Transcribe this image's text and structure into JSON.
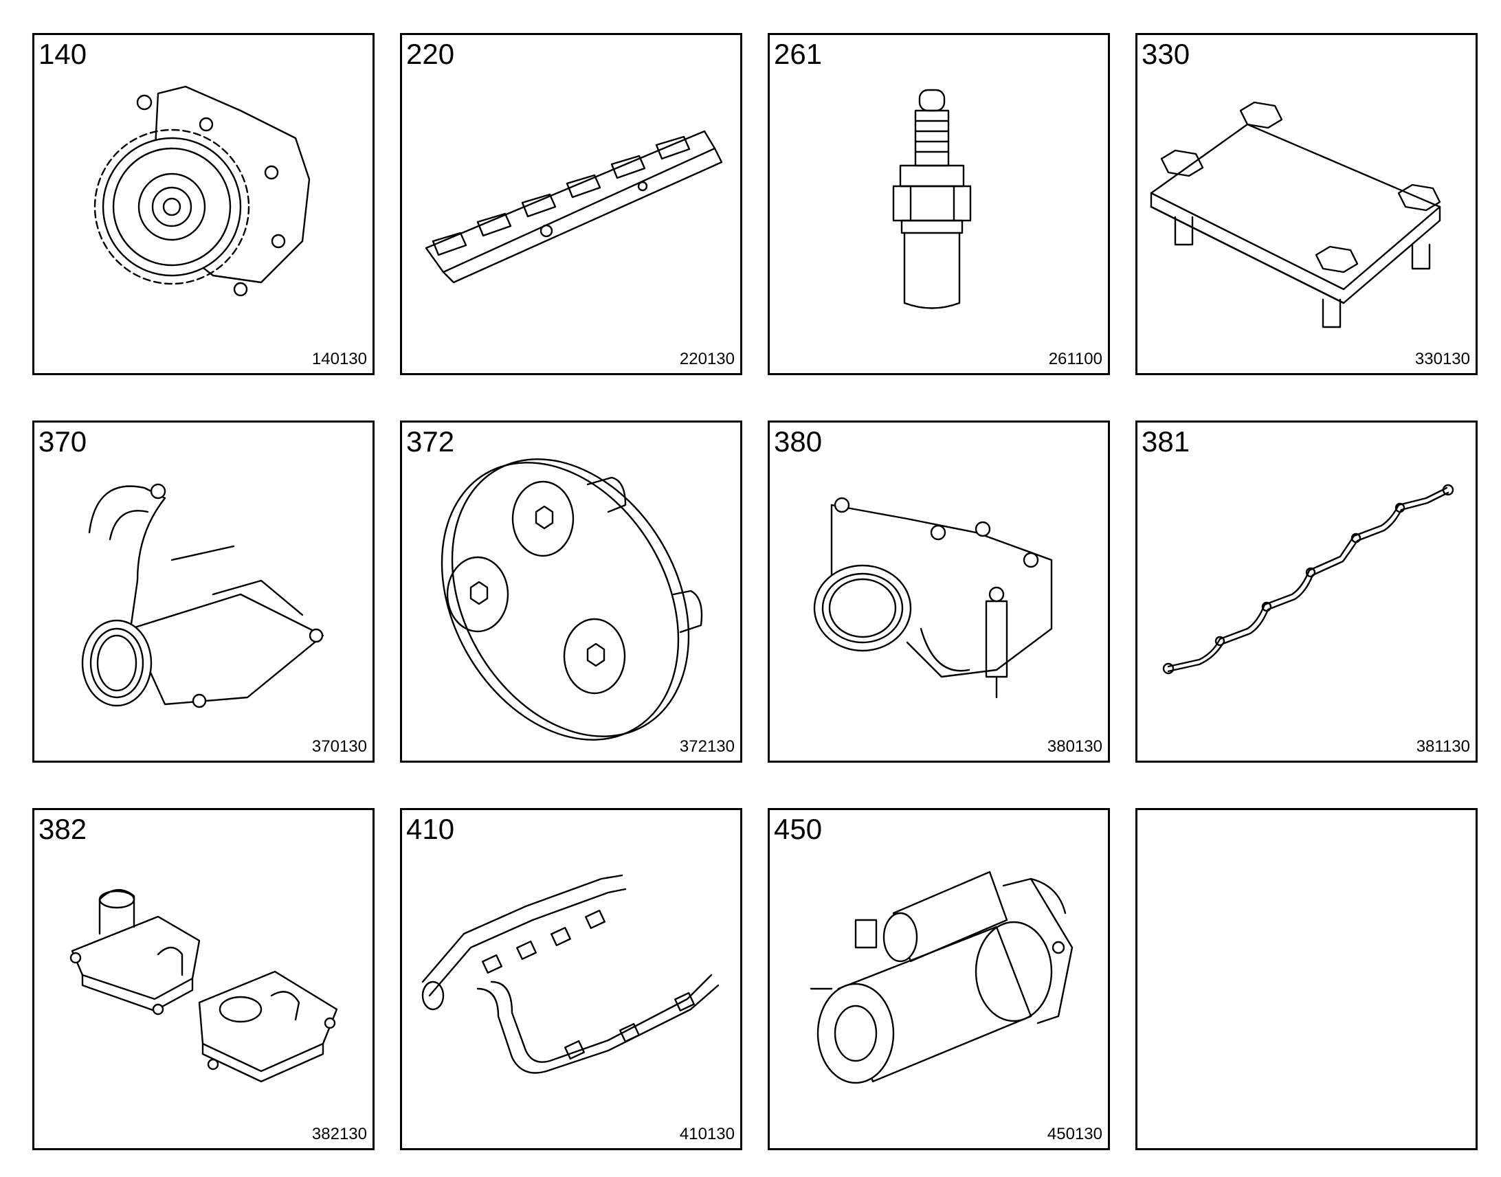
{
  "parts": [
    {
      "group": "140",
      "ref": "140130",
      "icon": "gear-pump-icon"
    },
    {
      "group": "220",
      "ref": "220130",
      "icon": "rocker-arm-assembly-icon"
    },
    {
      "group": "261",
      "ref": "261100",
      "icon": "sensor-plug-icon"
    },
    {
      "group": "330",
      "ref": "330130",
      "icon": "bolted-plate-icon"
    },
    {
      "group": "370",
      "ref": "370130",
      "icon": "water-pipe-housing-icon"
    },
    {
      "group": "372",
      "ref": "372130",
      "icon": "flange-bolts-icon"
    },
    {
      "group": "380",
      "ref": "380130",
      "icon": "thermostat-housing-icon"
    },
    {
      "group": "381",
      "ref": "381130",
      "icon": "injector-line-icon"
    },
    {
      "group": "382",
      "ref": "382130",
      "icon": "thermostat-covers-icon"
    },
    {
      "group": "410",
      "ref": "410130",
      "icon": "exhaust-manifold-icon"
    },
    {
      "group": "450",
      "ref": "450130",
      "icon": "starter-motor-icon"
    },
    {
      "group": "",
      "ref": "",
      "icon": ""
    }
  ]
}
